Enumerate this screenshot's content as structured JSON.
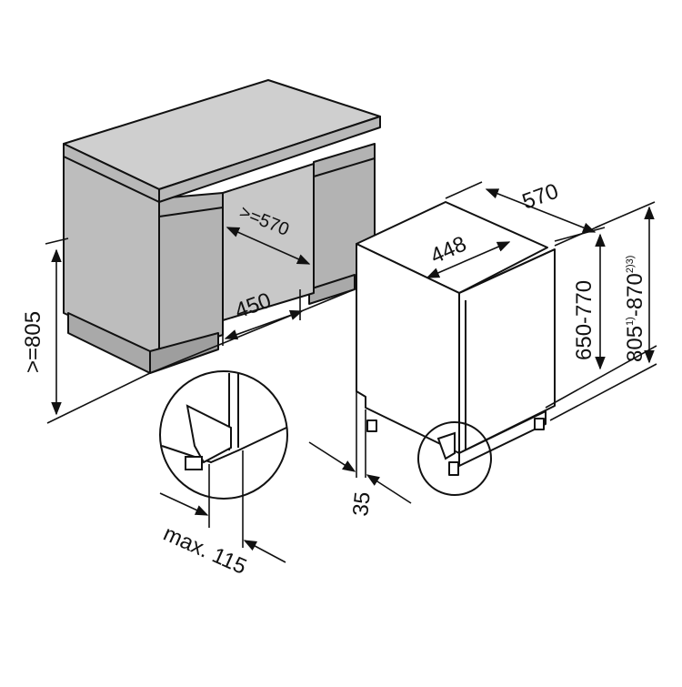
{
  "drawing": {
    "colors": {
      "line": "#111111",
      "cabinet_fill": "#bdbdbd",
      "cabinet_top": "#cfcfcf",
      "cabinet_shadow": "#a9a9a9",
      "appliance_fill": "#ffffff"
    },
    "niche_height_label": ">=805",
    "niche_width_label": ">=570",
    "niche_depth_label": "450",
    "appliance_depth_label": "570",
    "appliance_width_label": "448",
    "appliance_height_label": "650-770",
    "total_height_label": {
      "part1": "805",
      "note1": "1)",
      "part2": "-870",
      "note2": "2)3)"
    },
    "foot_offset_label": "35",
    "detail_label": "max. 115"
  }
}
